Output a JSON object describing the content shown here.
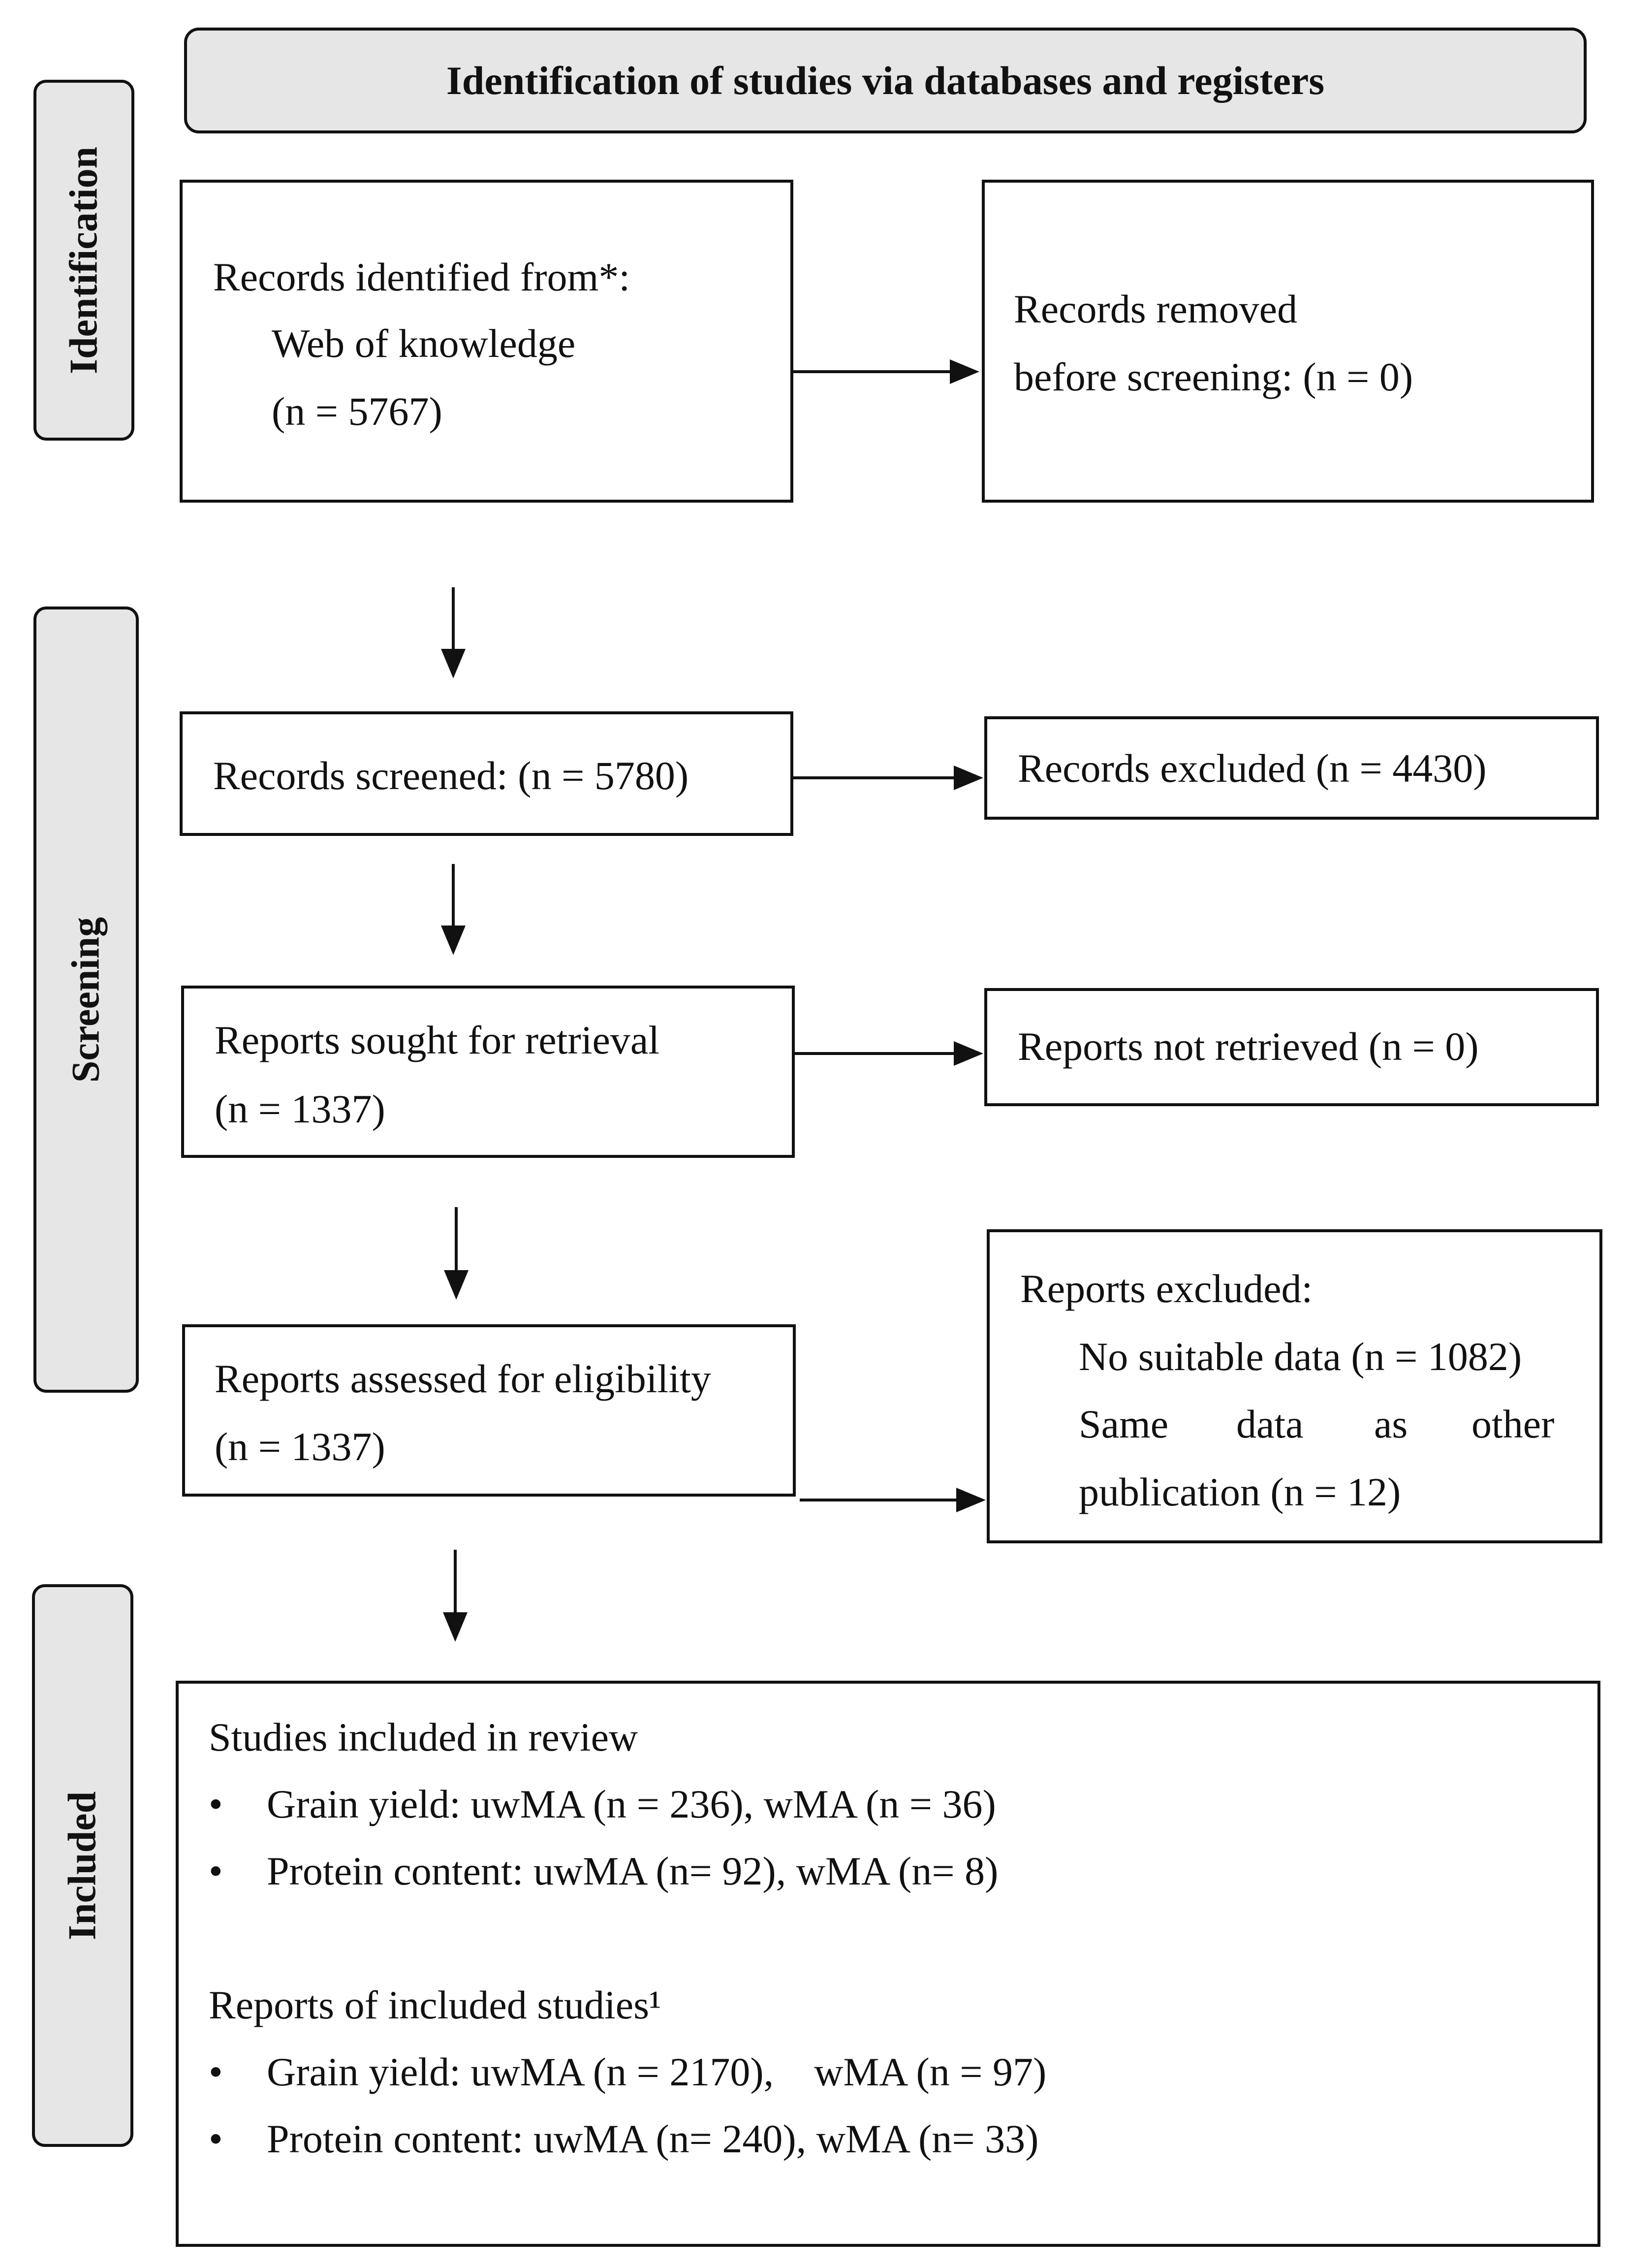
{
  "header": {
    "title": "Identification of studies via databases and registers"
  },
  "phases": {
    "identification": "Identification",
    "screening": "Screening",
    "included": "Included"
  },
  "identification": {
    "records_identified": {
      "line1": "Records identified from*:",
      "line2": "Web of knowledge",
      "line3": "(n = 5767)"
    },
    "records_removed": {
      "line1": "Records removed",
      "line2": "before screening: (n = 0)"
    }
  },
  "screening": {
    "records_screened": "Records screened: (n = 5780)",
    "records_excluded": "Records excluded (n = 4430)",
    "reports_sought": {
      "line1": "Reports sought for retrieval",
      "line2": "(n = 1337)"
    },
    "reports_not_retrieved": "Reports not retrieved (n = 0)",
    "reports_assessed": {
      "line1": "Reports assessed for eligibility",
      "line2": "(n = 1337)"
    },
    "reports_excluded": {
      "line1": "Reports excluded:",
      "line2": "No suitable data (n = 1082)",
      "line3_words": [
        "Same",
        "data",
        "as",
        "other"
      ],
      "line4": "publication (n = 12)"
    }
  },
  "included": {
    "studies_title": "Studies included in review",
    "studies_items": [
      "Grain yield: uwMA (n = 236), wMA (n = 36)",
      "Protein content: uwMA (n= 92), wMA (n= 8)"
    ],
    "reports_title": "Reports of included studies¹",
    "reports_items": [
      "Grain yield: uwMA (n = 2170),    wMA (n = 97)",
      "Protein content: uwMA (n= 240), wMA (n= 33)"
    ],
    "bullet_symbol": "•"
  }
}
